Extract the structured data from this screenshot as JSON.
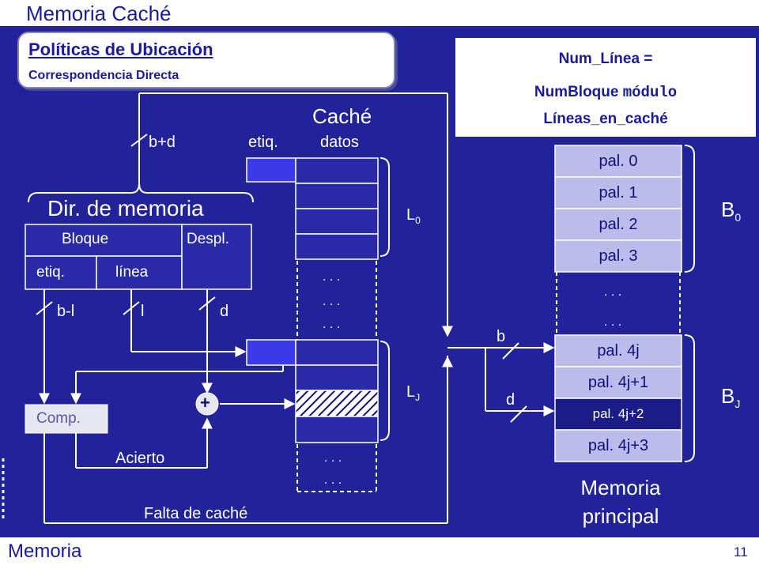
{
  "header": {
    "title": "Memoria Caché"
  },
  "subtitle": {
    "main": "Políticas de Ubicación",
    "sub": "Correspondencia Directa"
  },
  "formula": {
    "line1": "Num_Línea =",
    "line2_a": "NumBloque",
    "line2_b": "módulo",
    "line3": "Líneas_en_caché"
  },
  "cache": {
    "title": "Caché",
    "col_tag": "etiq.",
    "col_data": "datos",
    "line0": "L",
    "line0_sub": "0",
    "linej": "L",
    "linej_sub": "J",
    "dots": ". . ."
  },
  "address": {
    "title": "Dir. de memoria",
    "bloque": "Bloque",
    "despl": "Despl.",
    "etiq": "etiq.",
    "linea": "línea"
  },
  "wires": {
    "bd": "b+d",
    "bl": "b-l",
    "l": "l",
    "d": "d",
    "b": "b",
    "d2": "d"
  },
  "comparator": {
    "label": "Comp.",
    "plus": "+",
    "hit": "Acierto",
    "miss": "Falta de caché"
  },
  "main_memory": {
    "words_b0": [
      "pal. 0",
      "pal. 1",
      "pal. 2",
      "pal. 3"
    ],
    "words_bj": [
      "pal. 4j",
      "pal. 4j+1",
      "pal. 4j+2",
      "pal. 4j+3"
    ],
    "dots": ". . .",
    "block0": "B",
    "block0_sub": "0",
    "blockj": "B",
    "blockj_sub": "J",
    "title_1": "Memoria",
    "title_2": "principal"
  },
  "footer": {
    "left": "Memoria",
    "page": "11"
  }
}
